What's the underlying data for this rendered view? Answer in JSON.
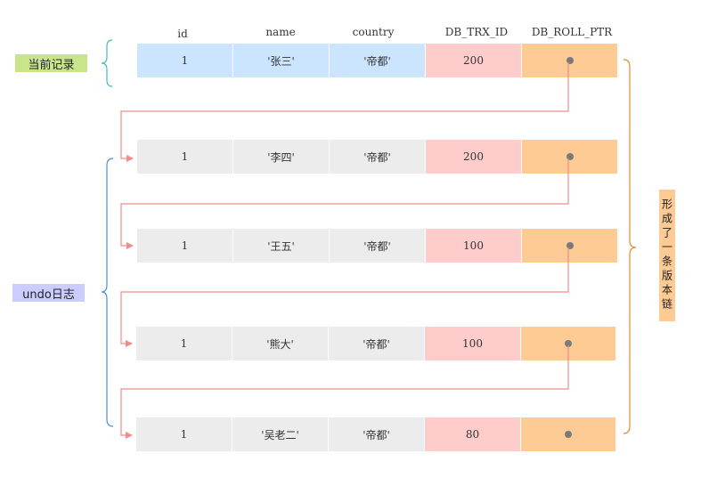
{
  "headers": [
    "id",
    "name",
    "country",
    "DB_TRX_ID",
    "DB_ROLL_PTR"
  ],
  "current_label": "当前记录",
  "undo_label": "undo日志",
  "chain_label": "形成了一条版本链",
  "rows": [
    {
      "id": "1",
      "name": "'张三'",
      "country": "'帝都'",
      "trx_id": "200"
    },
    {
      "id": "1",
      "name": "'李四'",
      "country": "'帝都'",
      "trx_id": "200"
    },
    {
      "id": "1",
      "name": "'王五'",
      "country": "'帝都'",
      "trx_id": "100"
    },
    {
      "id": "1",
      "name": "'熊大'",
      "country": "'帝都'",
      "trx_id": "100"
    },
    {
      "id": "1",
      "name": "'吴老二'",
      "country": "'帝都'",
      "trx_id": "80"
    }
  ],
  "colors": {
    "current_row": "#cce5ff",
    "trx_cell": "#ffcccc",
    "ptr_cell": "#fdcb93",
    "base_cell": "#ececec",
    "arrow": "#f08c8c",
    "current_brace": "#3fc0b0",
    "undo_brace": "#4a90d9",
    "chain_brace": "#e8892e"
  }
}
